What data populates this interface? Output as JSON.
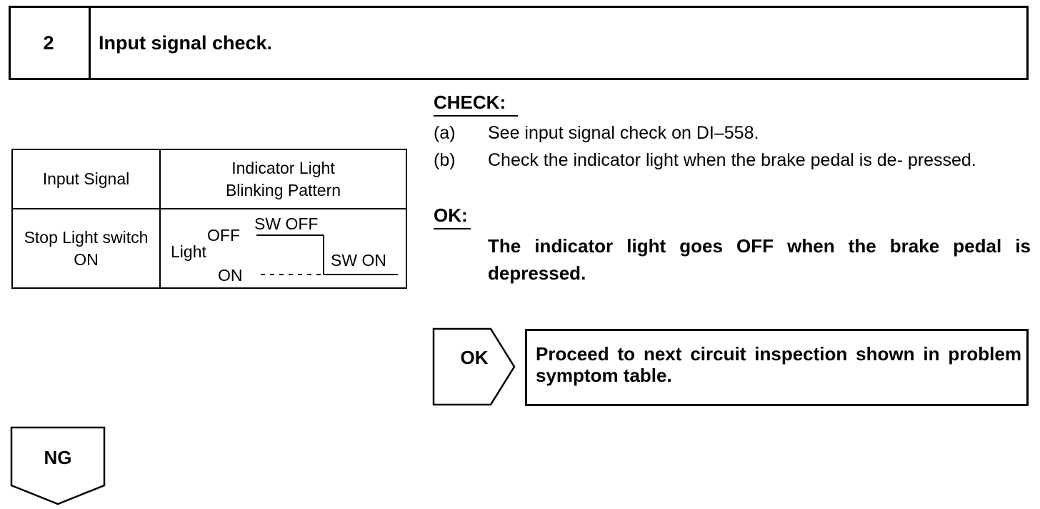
{
  "step": {
    "number": "2",
    "title": "Input signal check."
  },
  "signal_table": {
    "header_input": "Input Signal",
    "header_pattern": "Indicator Light Blinking Pattern",
    "row_input": "Stop Light switch ON",
    "pattern": {
      "axis_label": "Light",
      "off_label": "OFF",
      "on_label": "ON",
      "sw_off_label": "SW OFF",
      "sw_on_label": "SW ON"
    }
  },
  "check": {
    "heading": "CHECK:",
    "items": [
      {
        "label": "(a)",
        "text": "See input signal check on DI–558."
      },
      {
        "label": "(b)",
        "text": "Check the indicator light when the brake pedal is de- pressed."
      }
    ]
  },
  "ok": {
    "heading": "OK:",
    "result": "The indicator light goes OFF when the brake pedal is depressed."
  },
  "branch_ok": {
    "label": "OK",
    "action": "Proceed to next circuit inspection shown in problem symptom table."
  },
  "branch_ng": {
    "label": "NG"
  }
}
